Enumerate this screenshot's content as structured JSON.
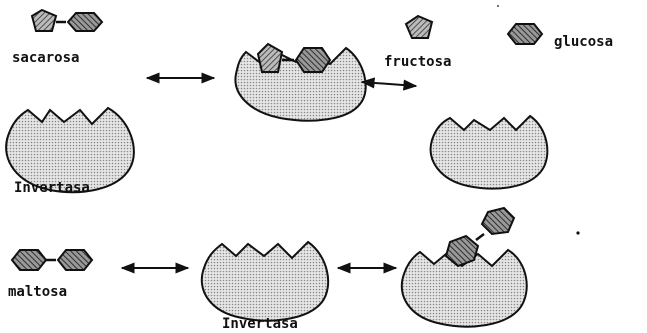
{
  "labels": {
    "sucrose": "sacarosa",
    "fructose": "fructosa",
    "glucose": "glucosa",
    "enzyme_top": "Invertasa",
    "maltose": "maltosa",
    "enzyme_bottom": "Invertasa"
  },
  "icons": {
    "enzyme": "invertase-enzyme-icon",
    "fructose": "fructose-pentagon-icon",
    "glucose": "glucose-hexagon-icon",
    "arrow": "double-headed-arrow-icon"
  },
  "colors": {
    "ink": "#111111",
    "enzyme_fill": "#cfcfcf",
    "fructose_fill": "#9a9a9a",
    "glucose_fill": "#6a6a6a"
  }
}
